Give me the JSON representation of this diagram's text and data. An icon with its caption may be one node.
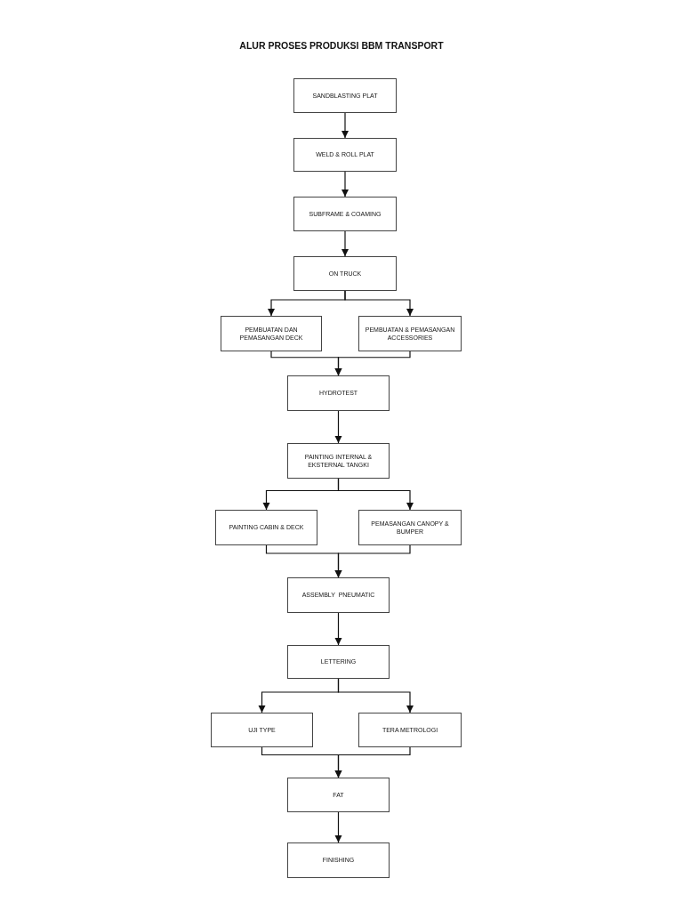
{
  "diagram": {
    "title": "ALUR PROSES PRODUKSI BBM TRANSPORT",
    "nodes": [
      {
        "text": [
          "SANDBLASTING PLAT"
        ]
      },
      {
        "text": [
          "WELD & ROLL PLAT"
        ]
      },
      {
        "text": [
          "SUBFRAME & COAMING"
        ]
      },
      {
        "text": [
          "ON TRUCK"
        ]
      },
      {
        "text": [
          "PEMBUATAN DAN PEMASANGAN DECK"
        ]
      },
      {
        "text": [
          "PEMBUATAN & PEMASANGAN ACCESSORIES"
        ]
      },
      {
        "text": [
          "HYDROTEST"
        ]
      },
      {
        "text": [
          "PAINTING INTERNAL & EKSTERNAL TANGKI"
        ]
      },
      {
        "text": [
          "PAINTING CABIN & DECK"
        ]
      },
      {
        "text": [
          "PEMASANGAN CANOPY & BUMPER"
        ]
      },
      {
        "text": [
          "ASSEMBLY  PNEUMATIC"
        ]
      },
      {
        "text": [
          "LETTERING"
        ]
      },
      {
        "text": [
          "UJI TYPE"
        ]
      },
      {
        "text": [
          "TERA METROLOGI"
        ]
      },
      {
        "text": [
          "FAT"
        ]
      },
      {
        "text": [
          "FINISHING"
        ]
      }
    ],
    "edges": [
      {
        "from": 0,
        "to": 1,
        "arrow": "to"
      },
      {
        "from": 1,
        "to": 2,
        "arrow": "to"
      },
      {
        "from": 2,
        "to": 3,
        "arrow": "to"
      },
      {
        "from": 3,
        "to": 4,
        "arrow": "to"
      },
      {
        "from": 3,
        "to": 5,
        "arrow": "to"
      },
      {
        "from": 4,
        "to": 6,
        "arrow": "to"
      },
      {
        "from": 5,
        "to": 6,
        "arrow": "to"
      },
      {
        "from": 6,
        "to": 7,
        "arrow": "to"
      },
      {
        "from": 7,
        "to": 8,
        "arrow": "to"
      },
      {
        "from": 7,
        "to": 9,
        "arrow": "to"
      },
      {
        "from": 8,
        "to": 10,
        "arrow": "to"
      },
      {
        "from": 9,
        "to": 10,
        "arrow": "to"
      },
      {
        "from": 10,
        "to": 11,
        "arrow": "to"
      },
      {
        "from": 11,
        "to": 12,
        "arrow": "to"
      },
      {
        "from": 11,
        "to": 13,
        "arrow": "to"
      },
      {
        "from": 12,
        "to": 14,
        "arrow": "to"
      },
      {
        "from": 13,
        "to": 14,
        "arrow": "to"
      },
      {
        "from": 14,
        "to": 15,
        "arrow": "to"
      }
    ]
  }
}
